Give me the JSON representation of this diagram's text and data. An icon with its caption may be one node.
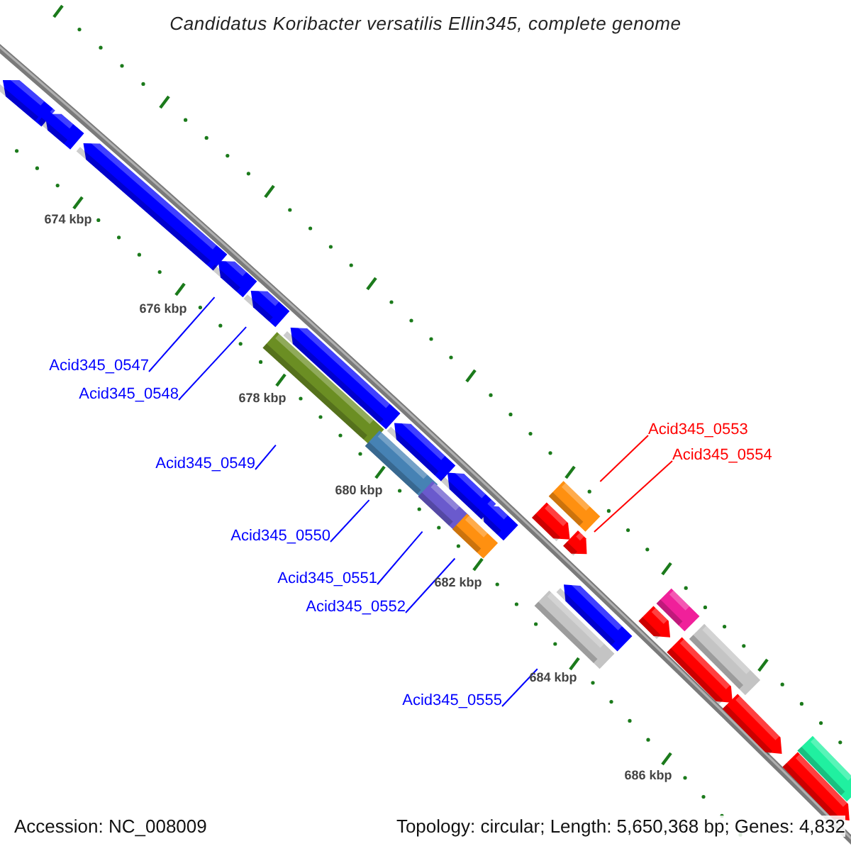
{
  "diagram": {
    "title": "Candidatus Koribacter versatilis Ellin345, complete genome",
    "nodes": [
      {
        "text": [
          "Acid345_0547"
        ]
      },
      {
        "text": [
          "Acid345_0548"
        ]
      },
      {
        "text": [
          "Acid345_0553"
        ]
      },
      {
        "text": [
          "Acid345_0554"
        ]
      },
      {
        "text": [
          "Acid345_0549"
        ]
      },
      {
        "text": [
          "Acid345_0550"
        ]
      },
      {
        "text": [
          "Acid345_0551"
        ]
      },
      {
        "text": [
          "Acid345_0552"
        ]
      },
      {
        "text": [
          "Acid345_0555"
        ]
      },
      {
        "text": [],
        "shape": "pentagon"
      },
      {
        "text": [],
        "shape": "pentagon"
      },
      {
        "text": [],
        "shape": "pentagon"
      },
      {
        "text": [],
        "shape": "pentagon"
      },
      {
        "text": [],
        "shape": "pentagon"
      },
      {
        "text": [],
        "shape": "pentagon"
      },
      {
        "text": [],
        "shape": "bar"
      },
      {
        "text": [],
        "shape": "pentagon"
      },
      {
        "text": [],
        "shape": "bar"
      },
      {
        "text": [],
        "shape": "pentagon"
      },
      {
        "text": [],
        "shape": "bar"
      },
      {
        "text": [],
        "shape": "bar"
      },
      {
        "text": [],
        "shape": "pentagon"
      },
      {
        "text": [],
        "shape": "pentagon"
      },
      {
        "text": [],
        "shape": "bar"
      },
      {
        "text": [],
        "shape": "pentagon"
      },
      {
        "text": [],
        "shape": "bar"
      },
      {
        "text": [],
        "shape": "pentagon"
      },
      {
        "text": [],
        "shape": "pentagon"
      },
      {
        "text": [],
        "shape": "bar"
      },
      {
        "text": [],
        "shape": "bar"
      },
      {
        "text": [],
        "shape": "pentagon"
      },
      {
        "text": [],
        "shape": "pentagon"
      },
      {
        "text": [],
        "shape": "bar"
      },
      {
        "text": [],
        "shape": "pentagon"
      }
    ],
    "edges": [
      {
        "from": 0,
        "to": 12,
        "arrow": "none"
      },
      {
        "from": 1,
        "to": 13,
        "arrow": "none"
      },
      {
        "from": 2,
        "to": 20,
        "arrow": "none",
        "color": "#ff0000"
      },
      {
        "from": 3,
        "to": 24,
        "arrow": "none",
        "color": "#ff0000"
      },
      {
        "from": 4,
        "to": 15,
        "arrow": "none"
      },
      {
        "from": 5,
        "to": 17,
        "arrow": "none"
      },
      {
        "from": 6,
        "to": 19,
        "arrow": "none"
      },
      {
        "from": 7,
        "to": 23,
        "arrow": "none"
      },
      {
        "from": 8,
        "to": 28,
        "arrow": "none"
      }
    ],
    "labels": [
      "674 kbp",
      "676 kbp",
      "678 kbp",
      "680 kbp",
      "682 kbp",
      "684 kbp",
      "686 kbp",
      "Accession: NC_008009",
      "Topology: circular; Length: 5,650,368 bp; Genes: 4,832"
    ]
  }
}
